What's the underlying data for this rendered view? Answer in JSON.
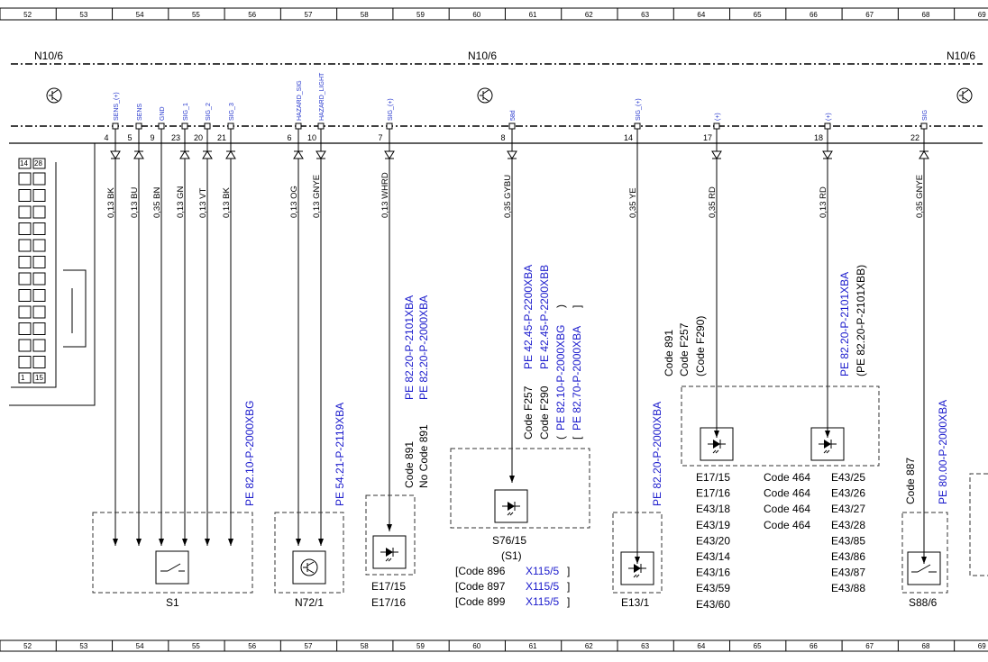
{
  "ruler": [
    "52",
    "53",
    "54",
    "55",
    "56",
    "57",
    "58",
    "59",
    "60",
    "61",
    "62",
    "63",
    "64",
    "65",
    "66",
    "67",
    "68",
    "69"
  ],
  "module": {
    "label_left": "N10/6",
    "label_center": "N10/6",
    "label_right": "N10/6",
    "connector_top_pin": "14",
    "connector_top_pin2": "28",
    "connector_bottom_pin": "1",
    "connector_bottom_pin2": "15"
  },
  "pins": [
    {
      "num": "4",
      "sig": "SENS_(+)",
      "wire": "0,13 BK",
      "dir": "down"
    },
    {
      "num": "5",
      "sig": "SENS",
      "wire": "0,13 BU",
      "dir": "up"
    },
    {
      "num": "9",
      "sig": "GND",
      "wire": "0,35 BN",
      "dir": "none"
    },
    {
      "num": "23",
      "sig": "SIG_1",
      "wire": "0,13 GN",
      "dir": "up"
    },
    {
      "num": "20",
      "sig": "SIG_2",
      "wire": "0,13 VT",
      "dir": "up"
    },
    {
      "num": "21",
      "sig": "SIG_3",
      "wire": "0,13 BK",
      "dir": "up"
    },
    {
      "num": "6",
      "sig": "HAZARD_SIG",
      "wire": "0,13 OG",
      "dir": "up"
    },
    {
      "num": "10",
      "sig": "HAZARD_LIGHT",
      "wire": "0,13 GNYE",
      "dir": "down"
    },
    {
      "num": "7",
      "sig": "SIG_(+)",
      "wire": "0,13 WHRD",
      "dir": "down"
    },
    {
      "num": "8",
      "sig": "58d",
      "wire": "0,35 GYBU",
      "dir": "down"
    },
    {
      "num": "14",
      "sig": "SIG_(+)",
      "wire": "0,35 YE",
      "dir": "none"
    },
    {
      "num": "17",
      "sig": "(+)",
      "wire": "0,35 RD",
      "dir": "down"
    },
    {
      "num": "18",
      "sig": "(+)",
      "wire": "0,13 RD",
      "dir": "down"
    },
    {
      "num": "22",
      "sig": "SIG",
      "wire": "0,35 GNYE",
      "dir": "up"
    }
  ],
  "refs": {
    "s1_pe": "PE 82.10-P-2000XBG",
    "n72_pe": "PE 54.21-P-2119XBA",
    "e17_pe1": "PE 82.20-P-2101XBA",
    "e17_pe2": "PE 82.20-P-2000XBA",
    "e17_code1": "Code 891",
    "e17_code2": "No Code 891",
    "s76_code1": "Code F257",
    "s76_code2": "Code F290",
    "s76_pe1": "PE 42.45-P-2200XBA",
    "s76_pe2": "PE 42.45-P-2200XBB",
    "s76_pe3_open": "(",
    "s76_pe3": "PE 82.10-P-2000XBG",
    "s76_pe3_close": ")",
    "s76_pe4_open": "[",
    "s76_pe4": "PE 82.70-P-2000XBA",
    "s76_pe4_close": "]",
    "e13_pe": "PE 82.20-P-2000XBA",
    "e43_code1": "Code 891",
    "e43_code2": "Code F257",
    "e43_code3": "(Code F290)",
    "e43_pe1": "PE 82.20-P-2101XBA",
    "e43_pe2": "(PE 82.20-P-2101XBB)",
    "s88_code": "Code 887",
    "s88_pe": "PE 80.00-P-2000XBA"
  },
  "components": {
    "s1": "S1",
    "n72": "N72/1",
    "e17_a": "E17/15",
    "e17_b": "E17/16",
    "s76": "S76/15",
    "s76_sub": "(S1)",
    "s76_rows": [
      {
        "open": "[Code 896",
        "ref": "X115/5",
        "close": "]"
      },
      {
        "open": "[Code 897",
        "ref": "X115/5",
        "close": "]"
      },
      {
        "open": "[Code 899",
        "ref": "X115/5",
        "close": "]"
      }
    ],
    "e13": "E13/1",
    "s88": "S88/6",
    "e_left": [
      "E17/15",
      "E17/16",
      "E43/18",
      "E43/19",
      "E43/20",
      "E43/14",
      "E43/16",
      "E43/59",
      "E43/60"
    ],
    "e_mid": [
      "Code 464",
      "Code 464",
      "Code 464",
      "Code 464"
    ],
    "e_right": [
      "E43/25",
      "E43/26",
      "E43/27",
      "E43/28",
      "E43/85",
      "E43/86",
      "E43/87",
      "E43/88"
    ]
  },
  "colors": {
    "blue": "#1a1acc",
    "sig_blue": "#2233cc",
    "line": "#000000"
  }
}
